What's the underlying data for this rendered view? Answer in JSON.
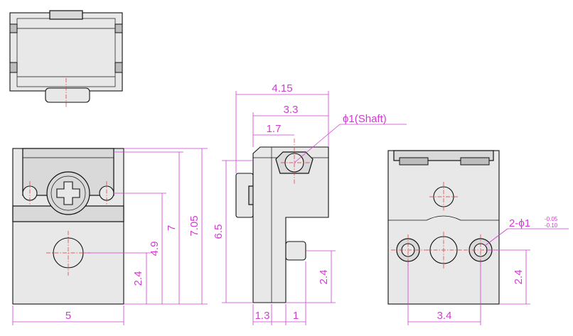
{
  "colors": {
    "dimension": "#d23bd2",
    "center_line": "#e03030",
    "part_fill": "#d9d9d9",
    "outline": "#111111"
  },
  "dimensions": {
    "front": {
      "width": "5",
      "height_total": "7.05",
      "height_body": "7",
      "screw_height": "4.9",
      "hole_height": "2.4"
    },
    "side": {
      "depth_total": "4.15",
      "depth_shaft_edge": "3.3",
      "shaft_center": "1.7",
      "shaft_label": "ϕ1(Shaft)",
      "height": "6.5",
      "pin_height": "2.4",
      "base_offset": "1.3",
      "pin_length": "1"
    },
    "back": {
      "hole_pitch": "3.4",
      "hole_height": "2.4",
      "hole_label": "2-ϕ1",
      "tolerance_upper": "-0.05",
      "tolerance_lower": "-0.10"
    }
  }
}
